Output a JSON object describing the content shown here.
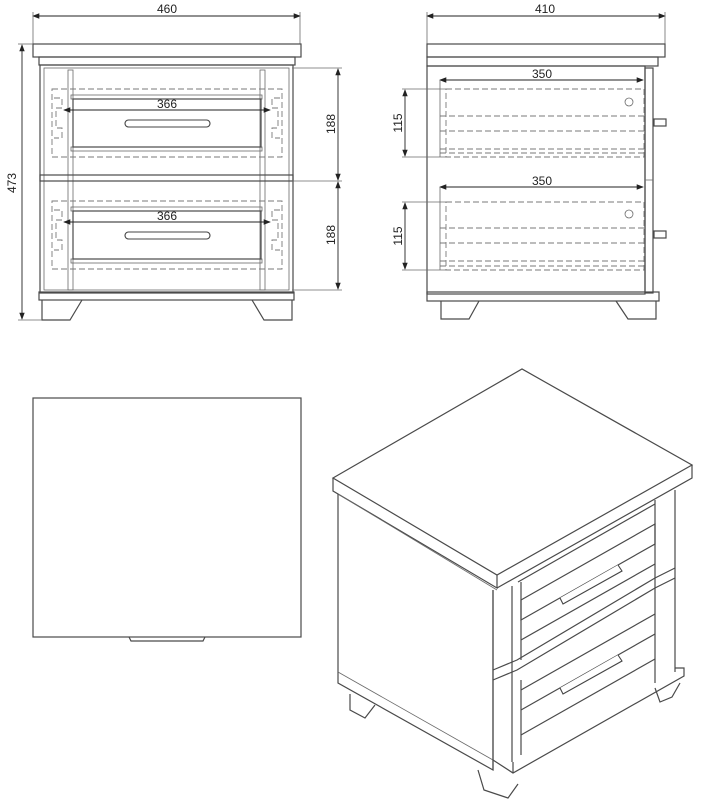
{
  "drawing": {
    "subject": "Two-drawer nightstand technical drawing",
    "views": [
      "front",
      "side",
      "top",
      "isometric"
    ]
  },
  "front_view": {
    "overall_width": "460",
    "overall_height": "473",
    "drawer_inner_width_top": "366",
    "drawer_inner_width_bottom": "366",
    "drawer_height_top": "188",
    "drawer_height_bottom": "188"
  },
  "side_view": {
    "overall_depth": "410",
    "drawer_depth_top": "350",
    "drawer_depth_bottom": "350",
    "drawer_box_height_top": "115",
    "drawer_box_height_bottom": "115"
  },
  "colors": {
    "line": "#4a4a4a",
    "dimension": "#222222",
    "background": "#ffffff"
  }
}
